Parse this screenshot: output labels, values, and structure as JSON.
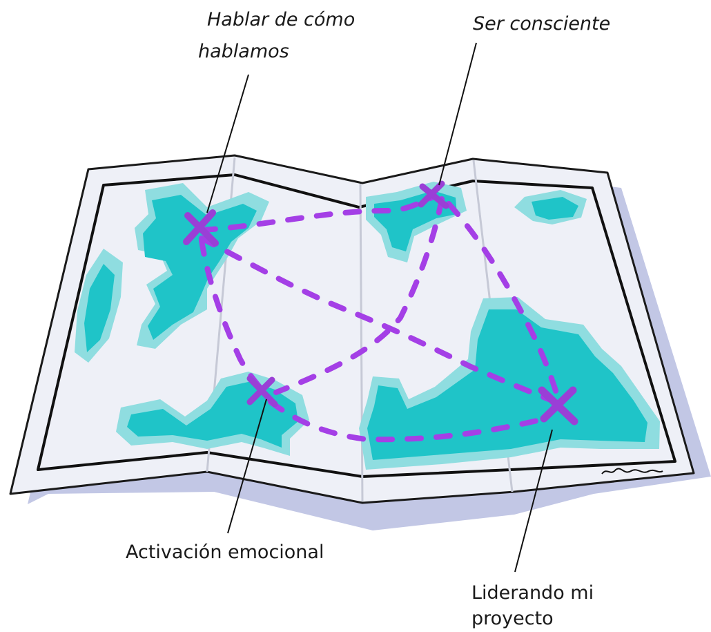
{
  "labels": {
    "hablar_line1": "Hablar de cómo",
    "hablar_line2": "hablamos",
    "ser_consciente": "Ser consciente",
    "activacion": "Activación emocional",
    "liderando_line1": "Liderando mi",
    "liderando_line2": "proyecto"
  },
  "colors": {
    "paper": "#eef0f7",
    "shadow": "#aeb4dc",
    "land": "#1fc4c8",
    "land_halo": "#8fdde0",
    "route": "#a43fe6",
    "marker": "#9a3fd6",
    "outline": "#111111"
  }
}
